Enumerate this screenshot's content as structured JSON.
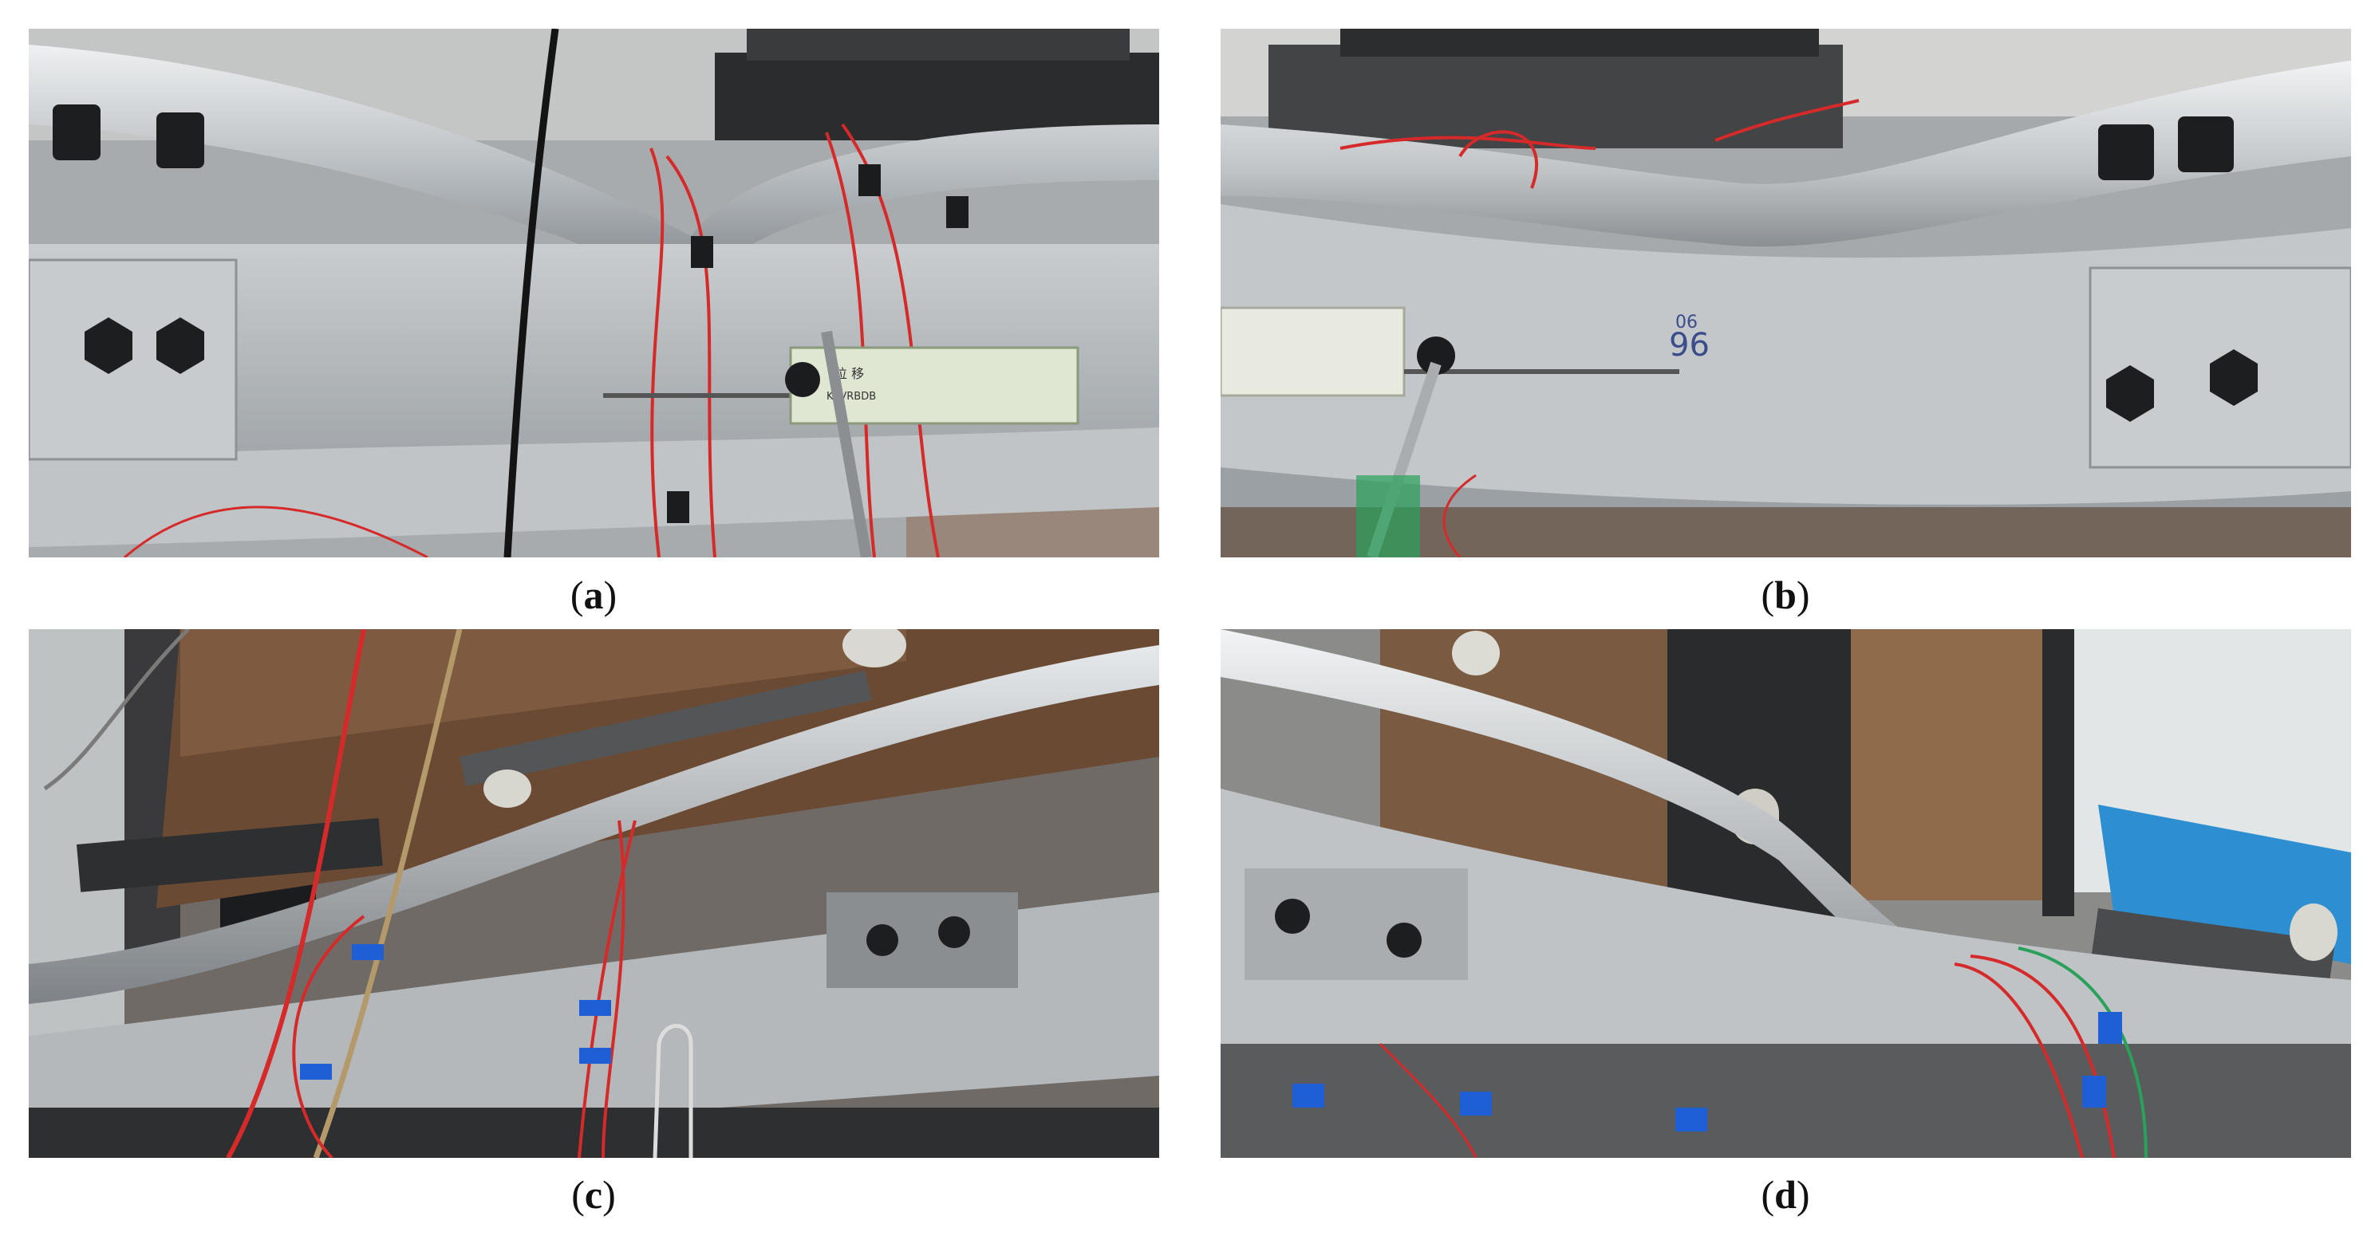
{
  "panels": [
    {
      "caption_open": "(",
      "caption_letter": "a",
      "caption_close": ")",
      "gauge_label_line1": "位 移",
      "gauge_label_line2": "KAVRBDB"
    },
    {
      "caption_open": "(",
      "caption_letter": "b",
      "caption_close": ")",
      "marking_1": "06",
      "marking_2": "96"
    },
    {
      "caption_open": "(",
      "caption_letter": "c",
      "caption_close": ")"
    },
    {
      "caption_open": "(",
      "caption_letter": "d",
      "caption_close": ")"
    }
  ],
  "colors": {
    "steel_light": "#d9dde0",
    "steel_mid": "#aeb3b7",
    "steel_dark": "#5d6266",
    "wire_red": "#d62a2a",
    "tape_blue": "#1f5fd6",
    "rust_brown": "#6b4a33",
    "frame_black": "#1b1c1e"
  }
}
